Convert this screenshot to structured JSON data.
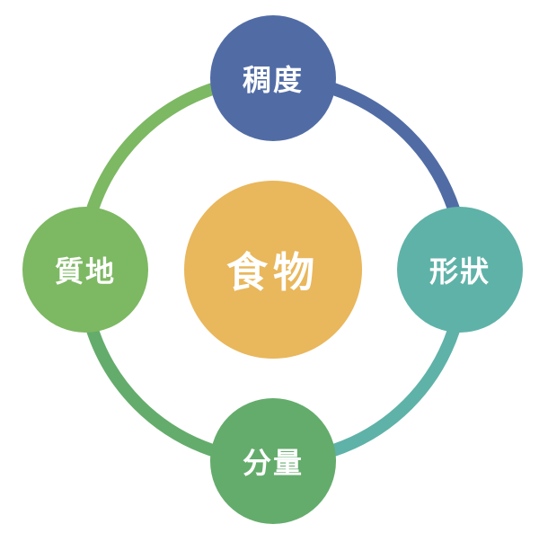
{
  "diagram": {
    "type": "hub-and-ring",
    "center": {
      "label": "食物",
      "color": "#e9b75c"
    },
    "nodes": [
      {
        "id": "top",
        "label": "稠度",
        "color": "#516ca5"
      },
      {
        "id": "right",
        "label": "形狀",
        "color": "#5fb2a8"
      },
      {
        "id": "bottom",
        "label": "分量",
        "color": "#64ac6c"
      },
      {
        "id": "left",
        "label": "質地",
        "color": "#7db863"
      }
    ],
    "arcs": [
      {
        "from": "top",
        "to": "right",
        "color": "#516ca5"
      },
      {
        "from": "right",
        "to": "bottom",
        "color": "#5fb2a8"
      },
      {
        "from": "bottom",
        "to": "left",
        "color": "#64ac6c"
      },
      {
        "from": "left",
        "to": "top",
        "color": "#7db863"
      }
    ]
  }
}
